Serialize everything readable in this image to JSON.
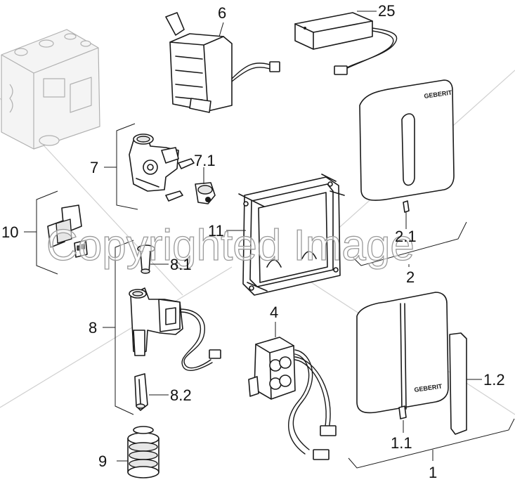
{
  "watermark": "Copyrighted Image",
  "labels": {
    "p6": "6",
    "p25": "25",
    "p7": "7",
    "p71": "7.1",
    "p10": "10",
    "p11": "11",
    "p81": "8.1",
    "p8": "8",
    "p82": "8.2",
    "p9": "9",
    "p4": "4",
    "p21": "2.1",
    "p2": "2",
    "p12": "1.2",
    "p11b": "1.1",
    "p1": "1"
  },
  "brand": "GEBERIT"
}
